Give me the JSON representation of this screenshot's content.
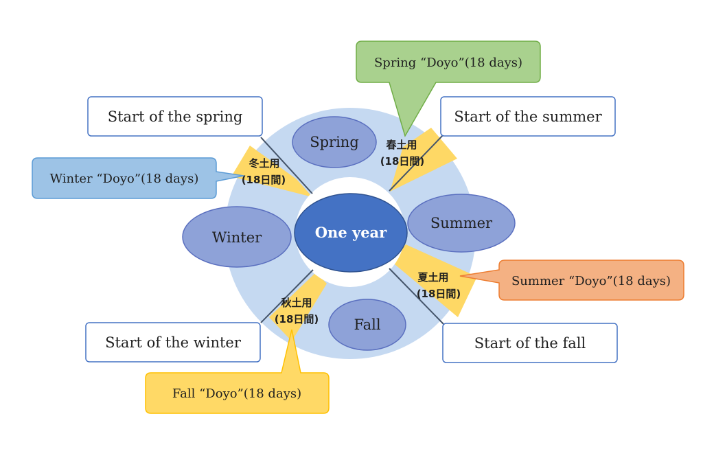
{
  "center": {
    "label": "One year"
  },
  "seasons": {
    "spring": "Spring",
    "summer": "Summer",
    "fall": "Fall",
    "winter": "Winter"
  },
  "doyo_sectors": {
    "spring": {
      "line1": "春土用",
      "line2": "(18日間)"
    },
    "summer": {
      "line1": "夏土用",
      "line2": "(18日間)"
    },
    "fall": {
      "line1": "秋土用",
      "line2": "(18日間)"
    },
    "winter": {
      "line1": "冬土用",
      "line2": "(18日間)"
    }
  },
  "start_labels": {
    "spring": "Start of the spring",
    "summer": "Start of the summer",
    "fall": "Start of the fall",
    "winter": "Start of the winter"
  },
  "callouts": {
    "spring": "Spring “Doyo”(18 days)",
    "summer": "Summer “Doyo”(18 days)",
    "fall": "Fall “Doyo”(18 days)",
    "winter": "Winter “Doyo”(18 days)"
  },
  "colors": {
    "ring": "#c5d9f1",
    "inner": "#ffffff",
    "doyo_sector": "#fed865",
    "season_fill": "#8ea2d8",
    "season_stroke": "#5a6fbf",
    "center_fill": "#4472c4",
    "center_stroke": "#2f528f",
    "label_border": "#4472c4",
    "spring_callout": "#a9d18e",
    "spring_callout_border": "#70ad47",
    "summer_callout": "#f4b183",
    "summer_callout_border": "#ed7d31",
    "fall_callout": "#ffd966",
    "fall_callout_border": "#ffc000",
    "winter_callout": "#9dc3e6",
    "winter_callout_border": "#5b9bd5"
  }
}
